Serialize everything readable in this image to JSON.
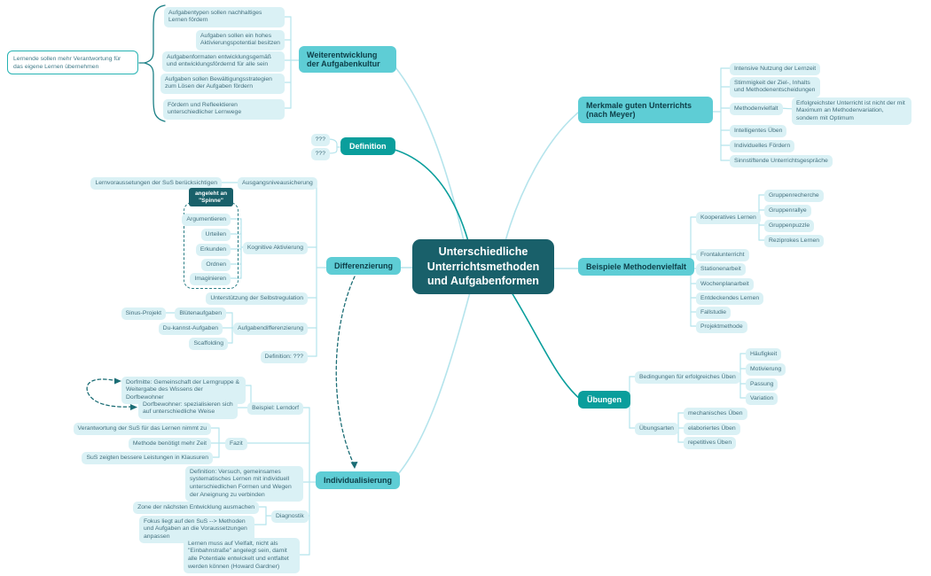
{
  "palette": {
    "root_fill": "#19606a",
    "accent_fill": "#0a9e9c",
    "branch_fill": "#5ecdd5",
    "leaf_fill": "#daf1f5",
    "leaf_text": "#44707e",
    "light_line": "#b5e4ec",
    "dark_line": "#0a9e9c",
    "dashed_line": "#1b6d75"
  },
  "map": {
    "root": {
      "label": "Unterschiedliche Unterrichtsmethoden und Aufgabenformen"
    },
    "aufgabenkultur": {
      "label": "Weiterentwicklung der Aufgabenkultur",
      "note": "Lernende sollen mehr Verantwortung für das eigene Lernen übernehmen",
      "items": [
        "Aufgabentypen sollen nachhaltiges Lernen fördern",
        "Aufgaben sollen ein hohes Aktivierungspotential besitzen",
        "Aufgabenformaten entwicklungsgemäß und entwicklungsfördernd für alle sein",
        "Aufgaben sollen Bewältigungsstrategien zum Lösen der Aufgaben fördern",
        "Fördern und Refleektieren unterschiedlicher Lernwege"
      ]
    },
    "definition": {
      "label": "Definition",
      "placeholders": [
        "???",
        "???"
      ]
    },
    "differenzierung": {
      "label": "Differenzierung",
      "ausgangsniveau": {
        "label": "Ausgangsniveausicherung",
        "note": "Lernvoraussetungen der SuS berücksichtigen"
      },
      "kognitive_aktivierung": {
        "label": "Kognitive Aktivierung",
        "tag": "angeleht an \"Spinne\"",
        "items": [
          "Argumentieren",
          "Urteilen",
          "Erkunden",
          "Ordnen",
          "Imaginieren"
        ]
      },
      "selbstregulation": {
        "label": "Unterstützung der Selbstregulation"
      },
      "aufgabendifferenzierung": {
        "label": "Aufgabendifferenzierung",
        "items": [
          "Blütenaufgaben",
          "Du-kannst-Aufgaben",
          "Scaffolding"
        ],
        "sinus_note": "Sinus-Projekt"
      },
      "definition_offen": {
        "label": "Definition: ???"
      }
    },
    "individualisierung": {
      "label": "Individualisierung",
      "lerndorf": {
        "label": "Beispiel: Lerndorf",
        "items": [
          "Dorfmitte: Gemeinschaft der Lerngruppe & Weitergabe des Wissens der Dorfbewohner",
          "Dorfbewohner: spezialisieren sich auf unterschiedliche Weise"
        ]
      },
      "fazit": {
        "label": "Fazit",
        "items": [
          "Verantwortung der SuS für das Lernen nimmt zu",
          "Methode benötigt mehr Zeit",
          "SuS zeigten bessere Leistungen in Klausuren"
        ]
      },
      "definition": {
        "label": "Definition: Versuch, gemeinsames systematisches Lernen mit individuell unterschiedlichen Formen und Wegen der Aneignung zu verbinden"
      },
      "diagnostik": {
        "label": "Diagnostik",
        "items": [
          "Zone der nächsten Entwicklung ausmachen",
          "Fokus liegt auf den SuS --> Methoden und Aufgaben an die Voraussetzungen anpassen"
        ]
      },
      "gardner": {
        "label": "Lernen muss auf Vielfalt, nicht als \"Einbahnstraße\" angelegt sein, damit alle Potentiale entwickelt und entfaltet werden können (Howard Gardner)"
      }
    },
    "merkmale": {
      "label": "Merkmale guten Unterrichts (nach Meyer)",
      "items": [
        "Intensive Nutzung der Lernzeit",
        "Stimmigkeit der Ziel-, Inhalts und Methodenentscheidungen",
        "Methodenvielfalt",
        "Intelligentes Üben",
        "Individuelles Fördern",
        "Sinnstiftende Unterrichtsgespräche"
      ],
      "methodenvielfalt_note": "Erfolgreichster Unterricht ist nicht der mit Maximum an Methodenvariation, sondern mit Optimum"
    },
    "beispiele": {
      "label": "Beispiele Methodenvielfalt",
      "kooperatives": {
        "label": "Kooperatives Lernen",
        "items": [
          "Gruppenrecherche",
          "Gruppenrallye",
          "Gruppenpuzzle",
          "Reziprokes Lernen"
        ]
      },
      "items": [
        "Frontalunterricht",
        "Stationenarbeit",
        "Wochenplanarbeit",
        "Entdeckendes Lernen",
        "Fallstudie",
        "Projektmethode"
      ]
    },
    "uebungen": {
      "label": "Übungen",
      "bedingungen": {
        "label": "Bedingungen für erfolgreiches Üben",
        "items": [
          "Häufigkeit",
          "Motivierung",
          "Passung",
          "Variation"
        ]
      },
      "arten": {
        "label": "Übungsarten",
        "items": [
          "mechanisches Üben",
          "elaboriertes Üben",
          "repetitives Üben"
        ]
      }
    }
  }
}
